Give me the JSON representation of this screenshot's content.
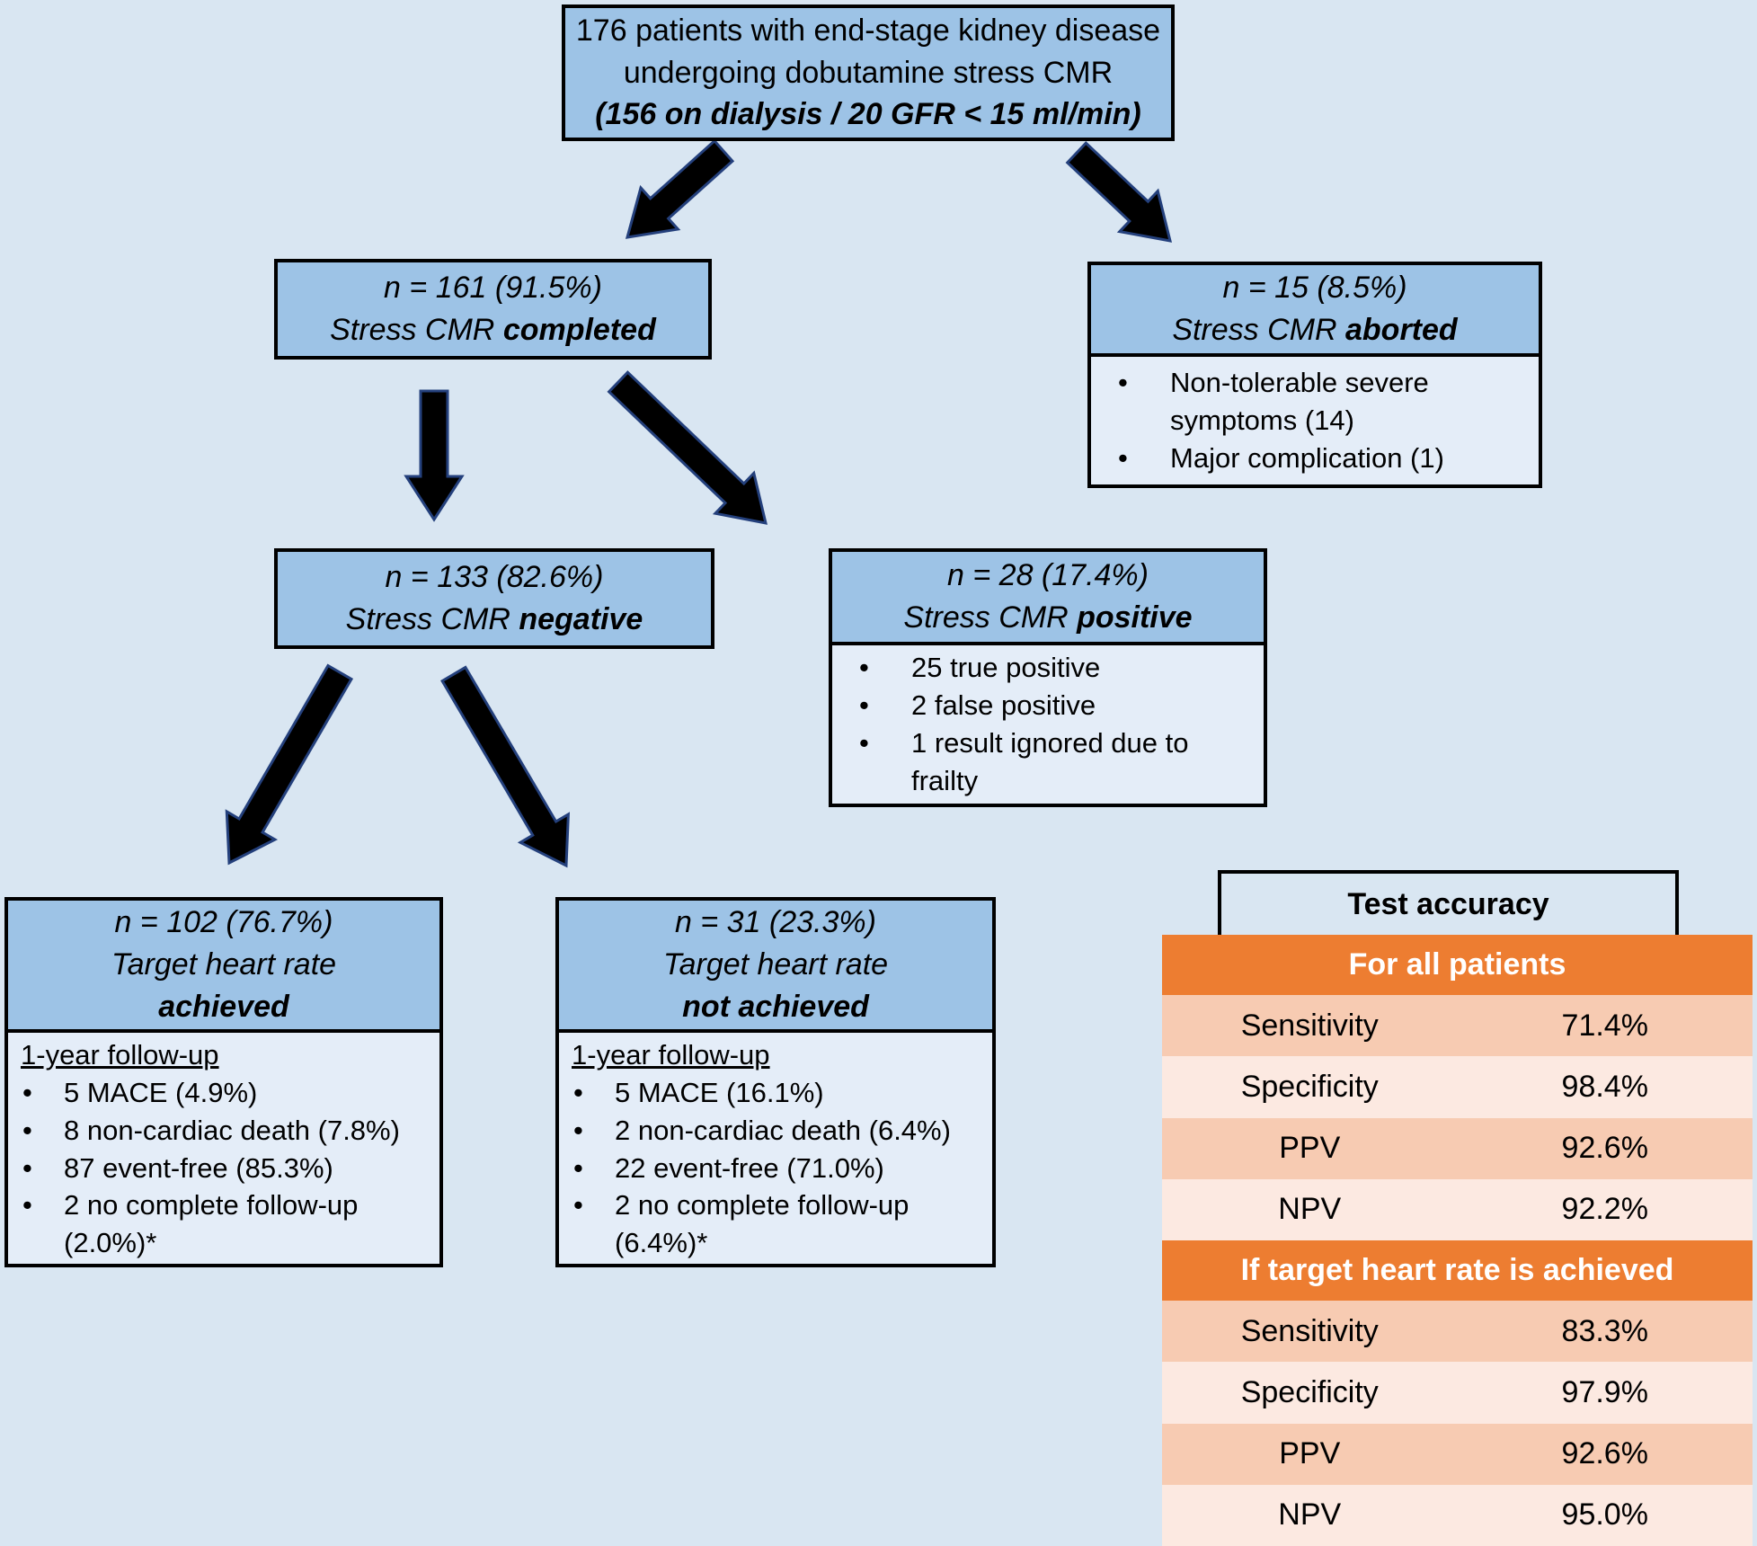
{
  "colors": {
    "page_bg": "#D9E6F2",
    "node_blue": "#9DC3E6",
    "node_body": "#E4EDF8",
    "accent_orange": "#ED7D31",
    "row_dark": "#F7CBB2",
    "row_light": "#FCE9E1"
  },
  "flowchart": {
    "root": {
      "line1": "176 patients with end-stage kidney disease",
      "line2": "undergoing dobutamine stress CMR",
      "line3": "(156 on dialysis / 20 GFR < 15 ml/min)"
    },
    "completed": {
      "n_line": "n = 161 (91.5%)",
      "label_prefix": "Stress CMR ",
      "label_emph": "completed"
    },
    "aborted": {
      "n_line": "n = 15 (8.5%)",
      "label_prefix": "Stress CMR ",
      "label_emph": "aborted",
      "bullets": [
        "Non-tolerable severe symptoms (14)",
        "Major complication (1)"
      ]
    },
    "negative": {
      "n_line": "n = 133 (82.6%)",
      "label_prefix": "Stress CMR ",
      "label_emph": "negative"
    },
    "positive": {
      "n_line": "n = 28 (17.4%)",
      "label_prefix": "Stress CMR ",
      "label_emph": "positive",
      "bullets": [
        "25 true positive",
        "2 false positive",
        "1 result ignored due to frailty"
      ]
    },
    "achieved": {
      "n_line": "n = 102 (76.7%)",
      "label_line": "Target heart rate",
      "label_emph": "achieved",
      "followup_title": "1-year follow-up",
      "bullets": [
        "5 MACE (4.9%)",
        "8 non-cardiac death (7.8%)",
        "87 event-free (85.3%)",
        "2 no complete follow-up (2.0%)*"
      ]
    },
    "not_achieved": {
      "n_line": "n = 31 (23.3%)",
      "label_line": "Target heart rate",
      "label_emph": "not achieved",
      "followup_title": "1-year follow-up",
      "bullets": [
        "5 MACE (16.1%)",
        "2 non-cardiac death (6.4%)",
        "22 event-free (71.0%)",
        "2 no complete follow-up (6.4%)*"
      ]
    }
  },
  "accuracy_table": {
    "title": "Test accuracy",
    "sections": [
      {
        "header": "For all patients",
        "rows": [
          {
            "label": "Sensitivity",
            "value": "71.4%"
          },
          {
            "label": "Specificity",
            "value": "98.4%"
          },
          {
            "label": "PPV",
            "value": "92.6%"
          },
          {
            "label": "NPV",
            "value": "92.2%"
          }
        ]
      },
      {
        "header": "If target heart rate is achieved",
        "rows": [
          {
            "label": "Sensitivity",
            "value": "83.3%"
          },
          {
            "label": "Specificity",
            "value": "97.9%"
          },
          {
            "label": "PPV",
            "value": "92.6%"
          },
          {
            "label": "NPV",
            "value": "95.0%"
          }
        ]
      }
    ]
  }
}
